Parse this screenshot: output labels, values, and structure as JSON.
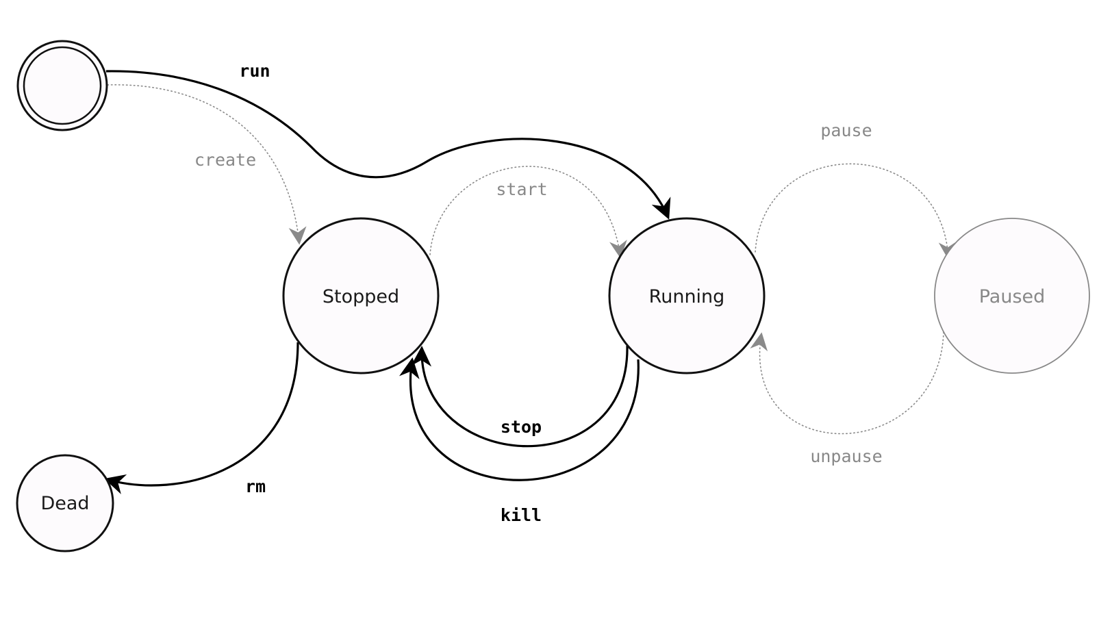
{
  "states": {
    "initial": "",
    "stopped": "Stopped",
    "running": "Running",
    "paused": "Paused",
    "dead": "Dead"
  },
  "transitions": {
    "run": "run",
    "create": "create",
    "start": "start",
    "pause": "pause",
    "unpause": "unpause",
    "stop": "stop",
    "kill": "kill",
    "rm": "rm"
  },
  "colors": {
    "primary": "#000000",
    "faded": "#888888",
    "node_fill": "#fdfbfd"
  }
}
